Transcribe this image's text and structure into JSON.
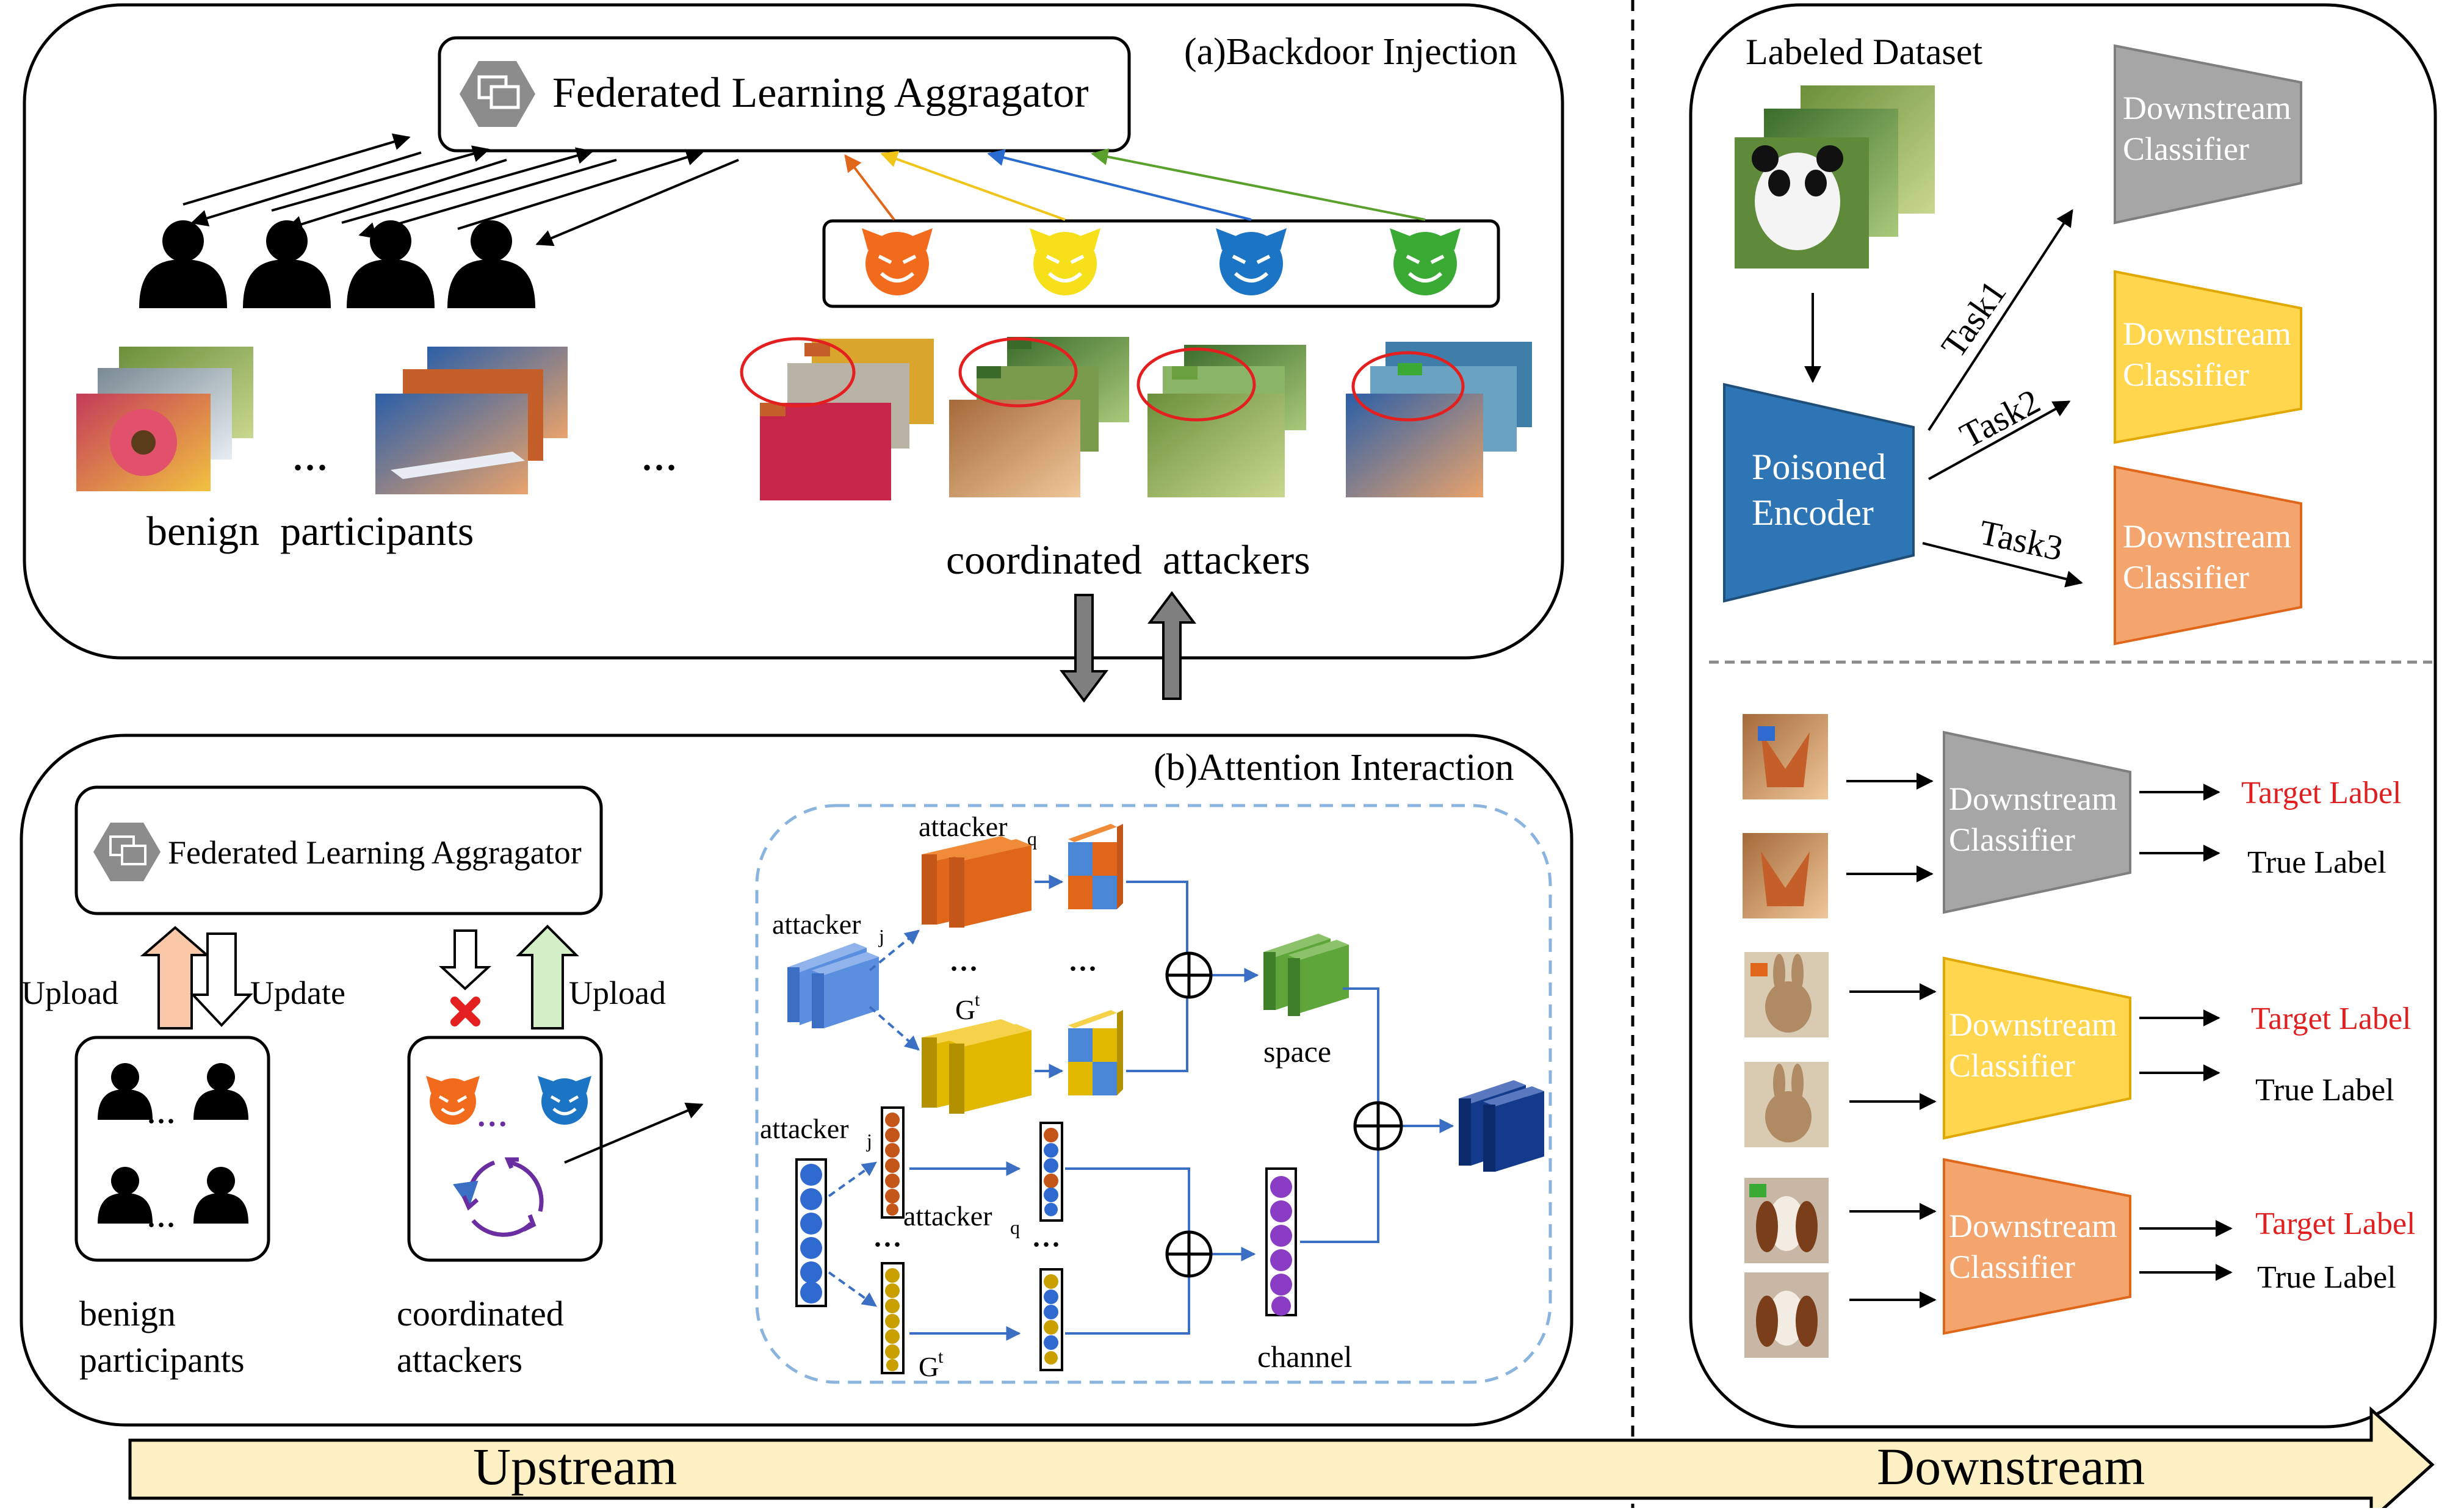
{
  "panels": {
    "backdoor_title": "(a)Backdoor Injection",
    "attention_title": "(b)Attention Interaction"
  },
  "aggregator": {
    "top_label": "Federated Learning Aggragator",
    "bottom_label": "Federated Learning Aggragator"
  },
  "backdoor": {
    "benign_label": "benign  participants",
    "attackers_label": "coordinated  attackers",
    "ellipsis": "..."
  },
  "interaction": {
    "upload_left": "Upload",
    "update": "Update",
    "upload_right": "Upload",
    "benign_line1": "benign",
    "benign_line2": "participants",
    "coord_line1": "coordinated",
    "coord_line2": "attackers",
    "attacker_j": "attacker",
    "attacker_q": "attacker",
    "sub_j": "j",
    "sub_q": "q",
    "gt": "G",
    "gt_sup": "t",
    "space": "space",
    "channel": "channel",
    "dots": "..."
  },
  "downstream_top": {
    "dataset_label": "Labeled Dataset",
    "encoder_line1": "Poisoned",
    "encoder_line2": "Encoder",
    "tasks": [
      "Task1",
      "Task2",
      "Task3"
    ],
    "classifier_line1": "Downstream",
    "classifier_line2": "Classifier"
  },
  "downstream_bottom": {
    "rows": [
      {
        "target": "Target Label",
        "true": "True Label"
      },
      {
        "target": "Target Label",
        "true": "True Label"
      },
      {
        "target": "Target Label",
        "true": "True Label"
      }
    ]
  },
  "footer": {
    "upstream": "Upstream",
    "downstream": "Downstream"
  },
  "colors": {
    "attacker_orange": "#f26b1d",
    "attacker_yellow": "#f5e01a",
    "attacker_blue": "#1c74c4",
    "attacker_green": "#3aaa35",
    "encoder_blue": "#2e75b6",
    "classifier_gray": "#a6a6a6",
    "classifier_yellow": "#ffd64d",
    "classifier_orange": "#f4a56e",
    "target_red": "#e02020",
    "footer_fill": "#fdf0c4"
  }
}
